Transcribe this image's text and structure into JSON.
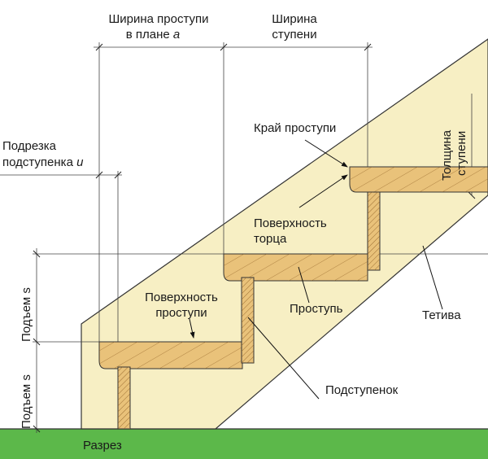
{
  "labels": {
    "tread_width_plan_1": "Ширина проступи",
    "tread_width_plan_2": "в плане",
    "tread_width_plan_var": "a",
    "step_width_1": "Ширина",
    "step_width_2": "ступени",
    "riser_cut_1": "Подрезка",
    "riser_cut_2": "подступенка",
    "riser_cut_var": "u",
    "nosing": "Край проступи",
    "step_thickness_1": "Толщина",
    "step_thickness_2": "ступени",
    "end_surface_1": "Поверхность",
    "end_surface_2": "торца",
    "tread_surface_1": "Поверхность",
    "tread_surface_2": "проступи",
    "tread": "Проступь",
    "stringer": "Тетива",
    "riser": "Подступенок",
    "rise_1": "Подъем s",
    "rise_2": "Подъем s",
    "section": "Разрез"
  },
  "colors": {
    "stringer": "#f7efc4",
    "wood": "#e9c27a",
    "ground": "#5cb84a",
    "line": "#333333"
  }
}
